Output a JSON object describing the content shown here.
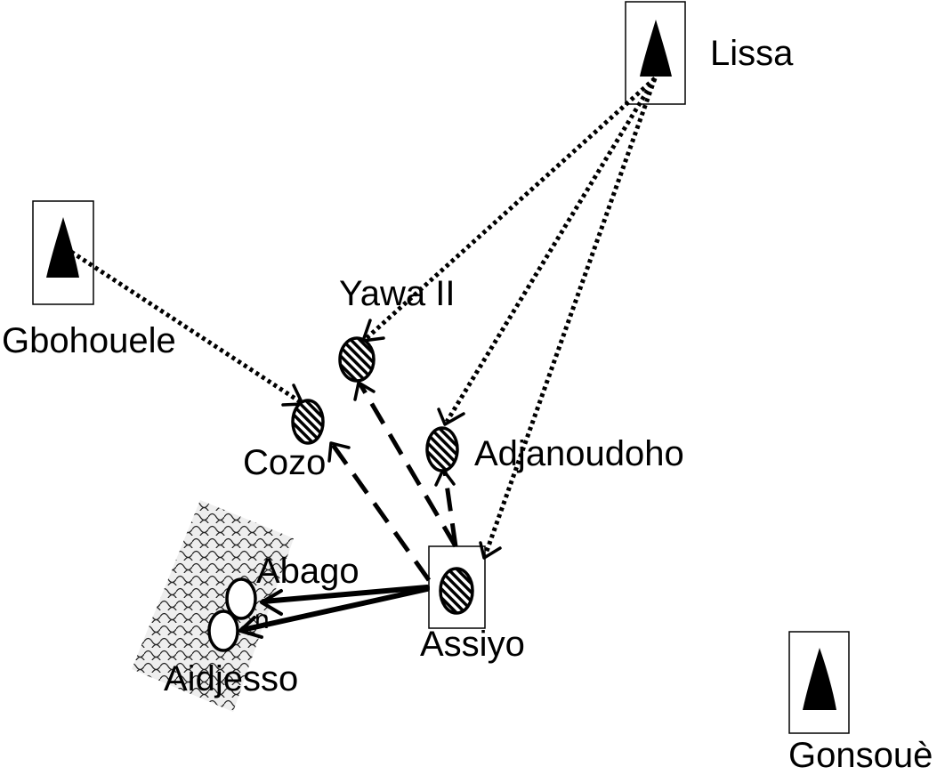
{
  "labels": {
    "lissa": "Lissa",
    "gbohouele": "Gbohouele",
    "gonsoue": "Gonsouè",
    "yawa": "Yawa II",
    "cozo": "Cozo",
    "adjanoudoho": "Adjanoudoho",
    "abago": "Abago",
    "abago_fragment": "n",
    "assiyo": "Assiyo",
    "aidjesso": "Aidjesso"
  },
  "icons": {
    "mountain": "mountain-peak-icon",
    "hatched_site": "hatched-oval-site-icon",
    "open_site": "open-oval-site-icon"
  },
  "colors": {
    "ink": "#000000",
    "background": "#ffffff",
    "shaded_area": "#eeeeee"
  }
}
